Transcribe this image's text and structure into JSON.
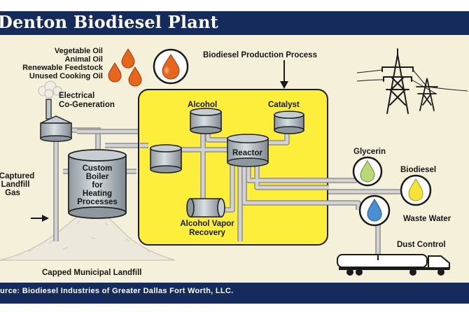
{
  "title": "Denton Biodiesel Plant",
  "source": "urce: Biodiesel Industries of Greater Dallas Fort Worth, LLC.",
  "labels": {
    "feedstocks": [
      "Vegetable Oil",
      "Animal Oil",
      "Renewable Feedstock",
      "Unused Cooking Oil"
    ],
    "process_title": "Biodiesel Production Process",
    "cogeneration": [
      "Electrical",
      "Co-Generation"
    ],
    "alcohol": "Alcohol",
    "catalyst": "Catalyst",
    "reactor": "Reactor",
    "boiler": [
      "Custom",
      "Boiler",
      "for",
      "Heating",
      "Processes"
    ],
    "landfill_gas": [
      "Captured",
      "Landfill",
      "Gas"
    ],
    "vapor_recovery": [
      "Alcohol Vapor",
      "Recovery"
    ],
    "landfill": "Capped Municipal Landfill",
    "glycerin": "Glycerin",
    "biodiesel": "Biodiesel",
    "waste_water": "Waste Water",
    "dust_control": "Dust Control"
  },
  "colors": {
    "banner": "#152b5c",
    "background": "#f5f0da",
    "process_box": "#fcee3a",
    "pipe": "#c9c9c9",
    "tank": "#b5bec4",
    "oil_drop": "#e8661c",
    "glycerin_drop": "#b9d87a",
    "biodiesel_drop": "#f7e23a",
    "water_drop": "#4a8fd6",
    "landfill": "#ece8dc"
  }
}
